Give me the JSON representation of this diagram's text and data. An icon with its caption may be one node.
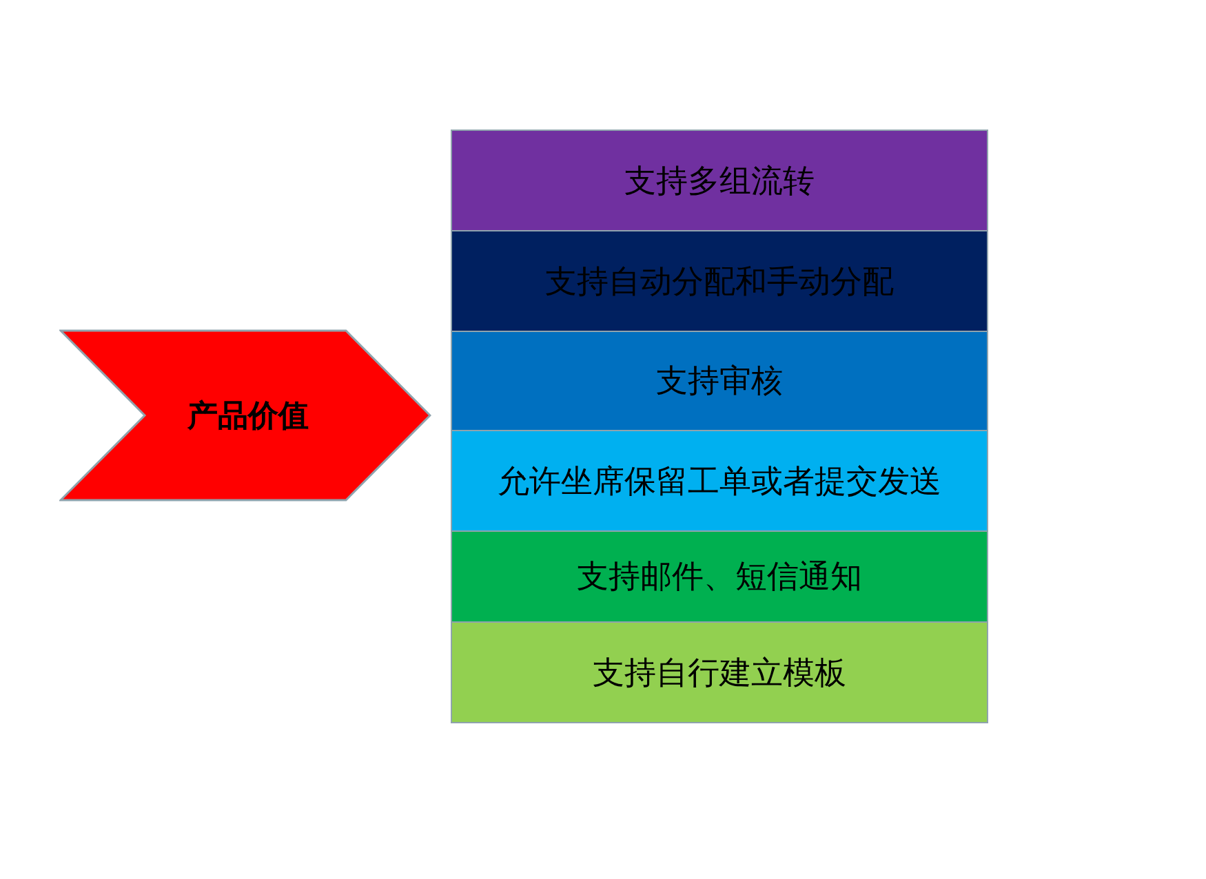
{
  "diagram": {
    "nodes": [
      {
        "text": [
          "产品价值"
        ]
      },
      {
        "text": [
          "支持多组流转"
        ]
      },
      {
        "text": [
          "支持自动分配和手动分配"
        ]
      },
      {
        "text": [
          "支持审核"
        ]
      },
      {
        "text": [
          "允许坐席保留工单或者提交发送"
        ]
      },
      {
        "text": [
          "支持邮件、短信通知"
        ]
      },
      {
        "text": [
          "支持自行建立模板"
        ]
      }
    ],
    "edges": []
  }
}
